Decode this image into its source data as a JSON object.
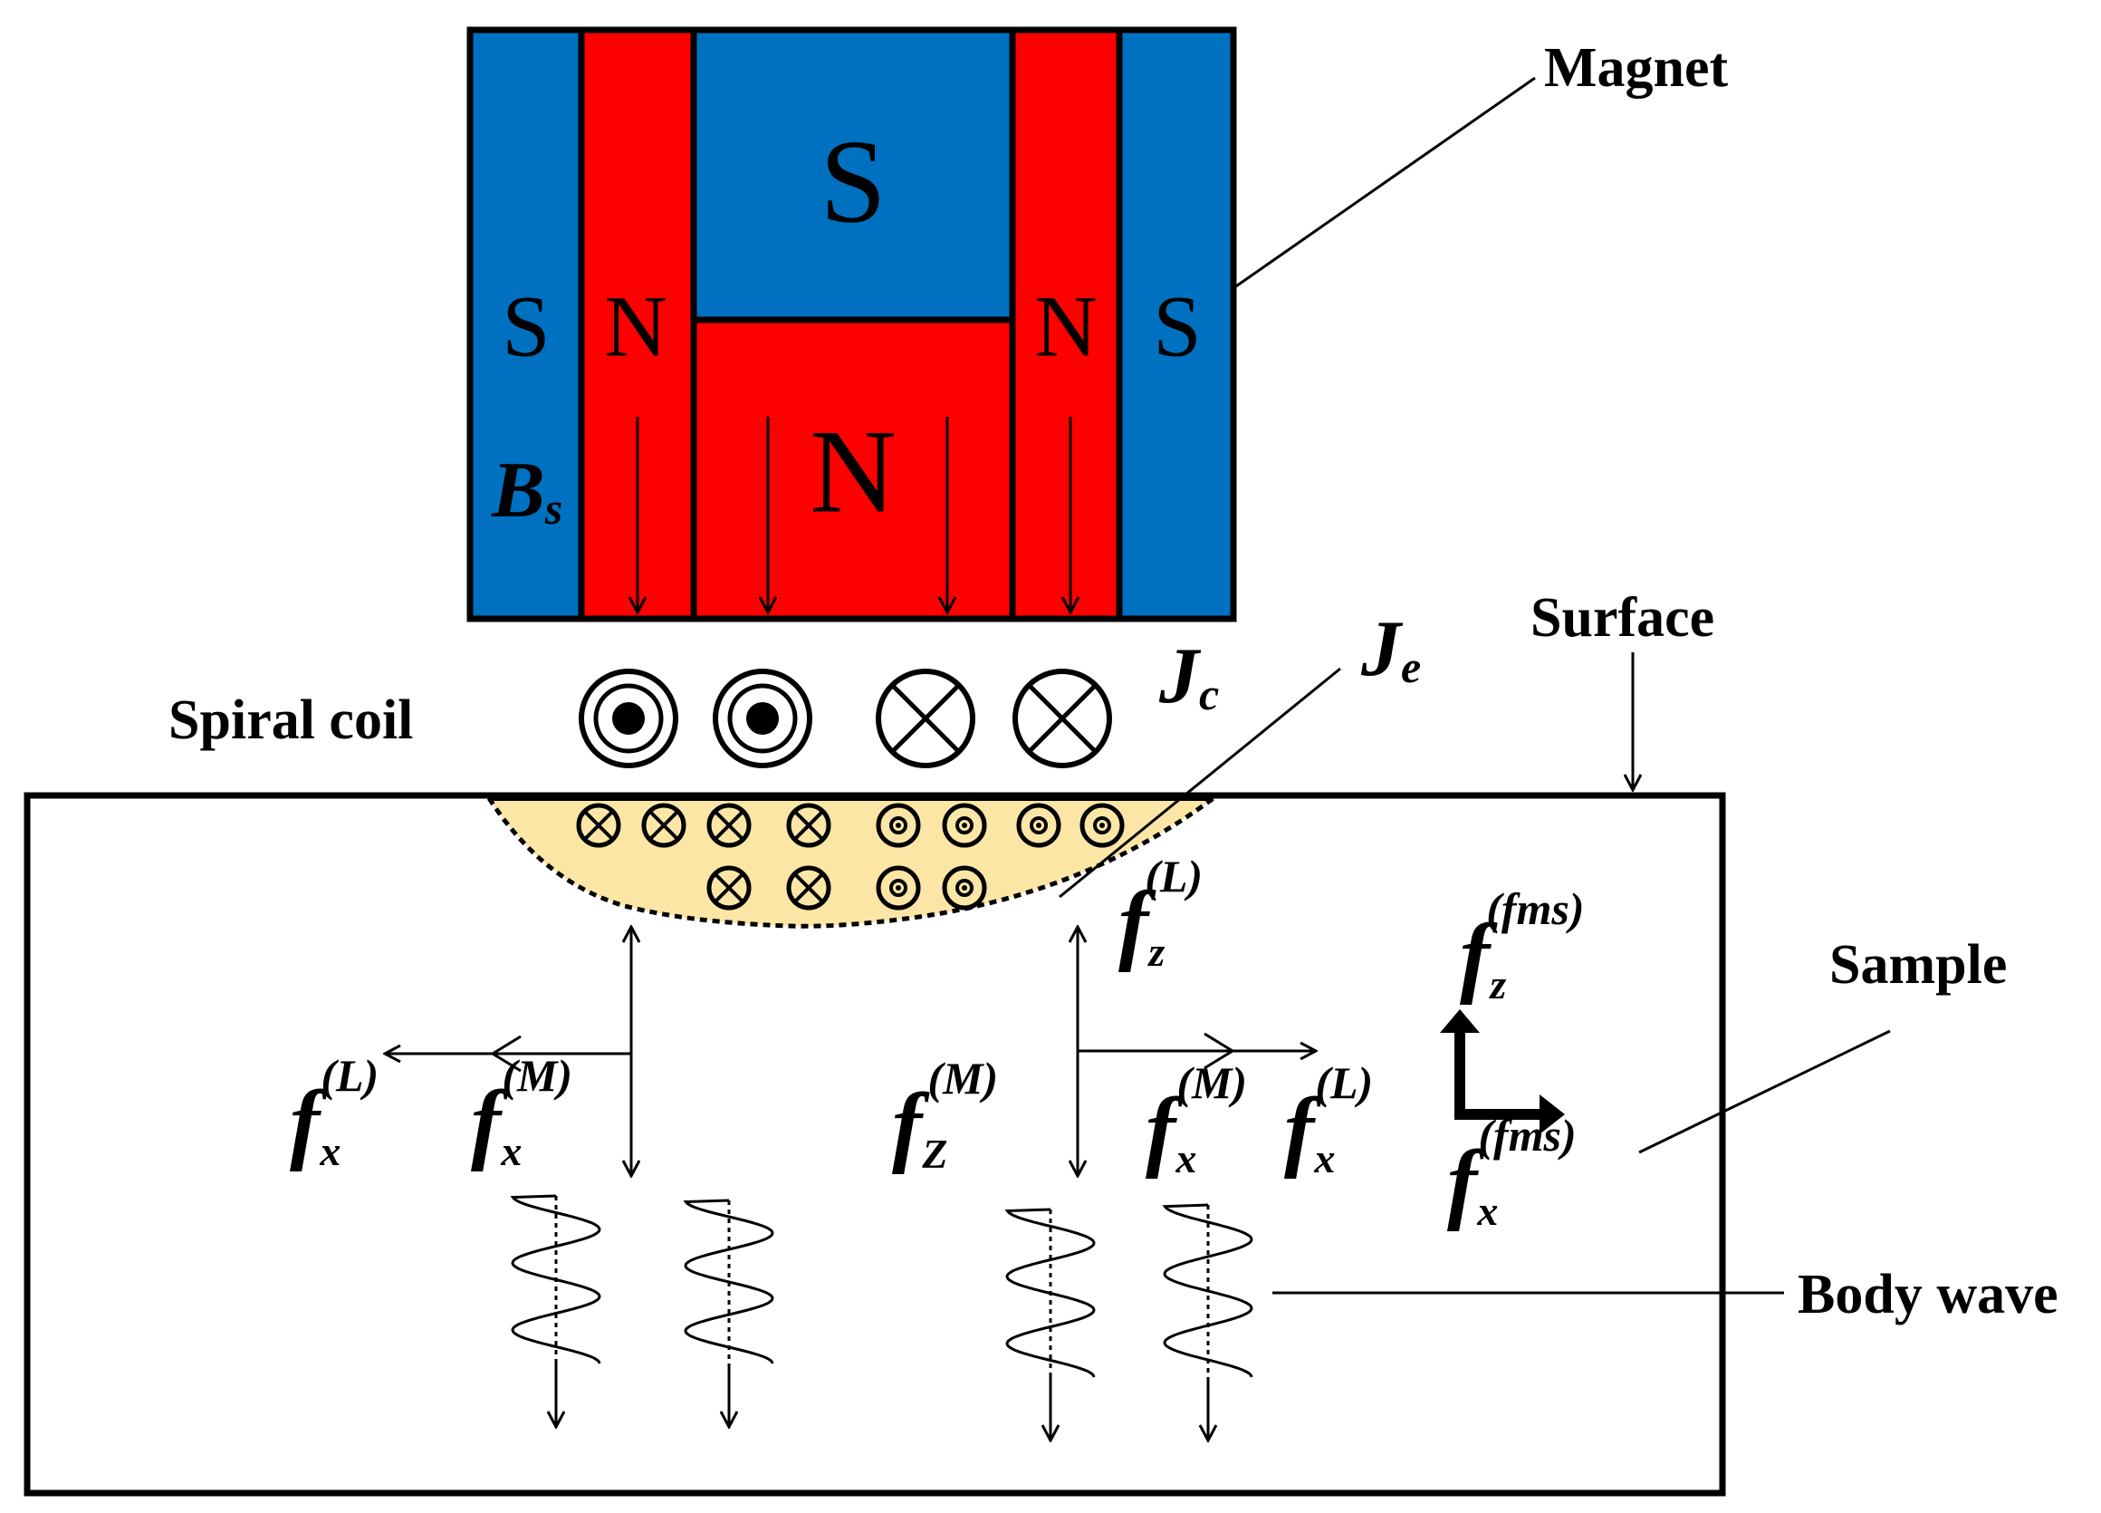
{
  "colors": {
    "north": "#fe0000",
    "south": "#0070c0",
    "eddy_region": "#fbe6a6",
    "stroke": "#000000"
  },
  "magnet": {
    "outer_left": "S",
    "inner_left": "N",
    "center_top": "S",
    "center_bottom": "N",
    "inner_right": "N",
    "outer_right": "S",
    "field_label": {
      "base": "B",
      "sub": "s"
    }
  },
  "callouts": {
    "magnet": "Magnet",
    "surface": "Surface",
    "spiral_coil": "Spiral coil",
    "sample": "Sample",
    "body_wave": "Body wave"
  },
  "currents": {
    "coil": {
      "base": "J",
      "sub": "c"
    },
    "eddy": {
      "base": "J",
      "sub": "e"
    },
    "coil_symbols": [
      "dot-current-icon",
      "dot-current-icon",
      "cross-current-icon",
      "cross-current-icon"
    ],
    "eddy_row1": [
      "cross",
      "cross",
      "cross",
      "cross",
      "dot",
      "dot",
      "dot",
      "dot"
    ],
    "eddy_row2": [
      "cross",
      "cross",
      "dot",
      "dot"
    ]
  },
  "forces": {
    "fxL_left": {
      "base": "f",
      "sub": "x",
      "sup": "(L)"
    },
    "fxM_left": {
      "base": "f",
      "sub": "x",
      "sup": "(M)"
    },
    "fzL": {
      "base": "f",
      "sub": "z",
      "sup": "(L)"
    },
    "fZM": {
      "base": "f",
      "sub": "Z",
      "sup": "(M)"
    },
    "fxM_right": {
      "base": "f",
      "sub": "x",
      "sup": "(M)"
    },
    "fxL_right": {
      "base": "f",
      "sub": "x",
      "sup": "(L)"
    },
    "fz_fms": {
      "base": "f",
      "sub": "z",
      "sup": "(fms)"
    },
    "fx_fms": {
      "base": "f",
      "sub": "x",
      "sup": "(fms)"
    }
  }
}
